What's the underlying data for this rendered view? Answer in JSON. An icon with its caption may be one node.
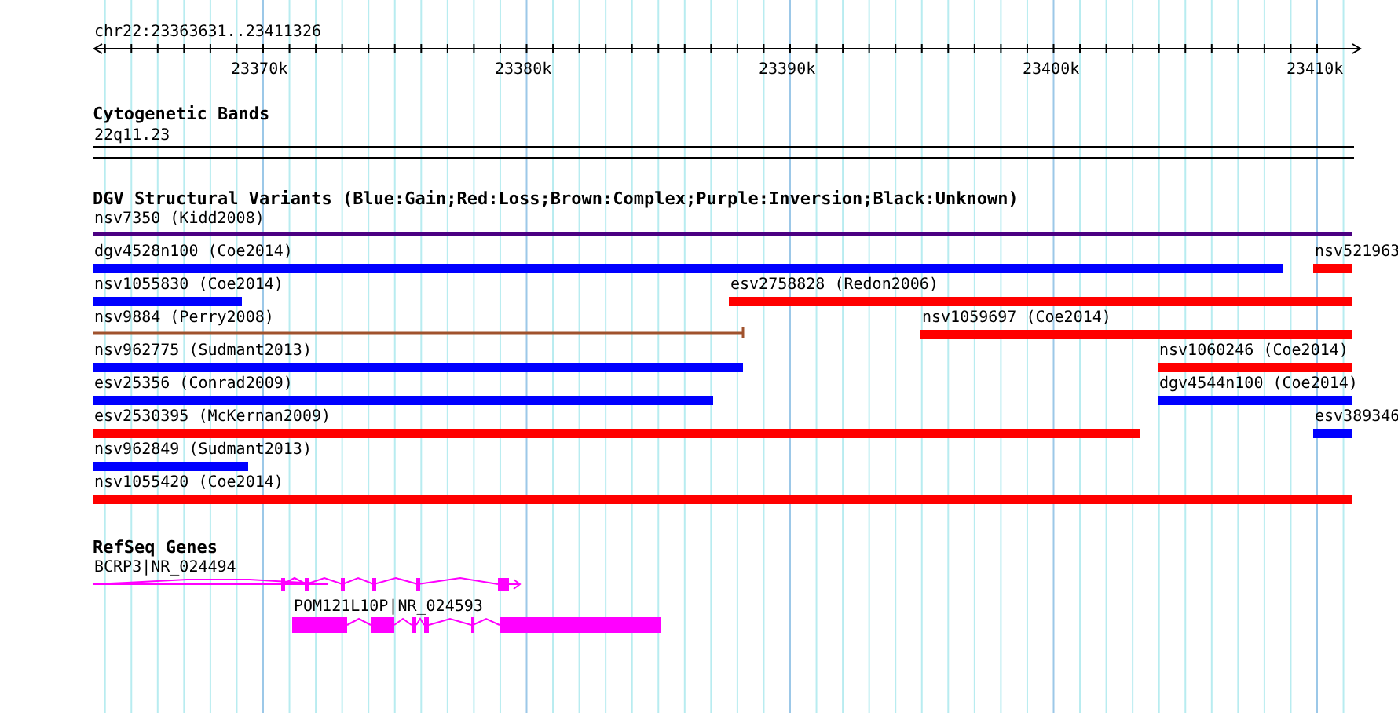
{
  "diagram": {
    "nodes": [
      {
        "text": [
          "nsv7350 (Kidd2008)"
        ]
      },
      {
        "text": [
          "dgv4528n100 (Coe2014)"
        ]
      },
      {
        "text": [
          "nsv521963"
        ]
      },
      {
        "text": [
          "nsv1055830 (Coe2014)"
        ]
      },
      {
        "text": [
          "esv2758828 (Redon2006)"
        ]
      },
      {
        "text": [
          "nsv9884 (Perry2008)"
        ]
      },
      {
        "text": [
          "nsv1059697 (Coe2014)"
        ]
      },
      {
        "text": [
          "nsv962775 (Sudmant2013)"
        ]
      },
      {
        "text": [
          "nsv1060246 (Coe2014)"
        ]
      },
      {
        "text": [
          "esv25356 (Conrad2009)"
        ]
      },
      {
        "text": [
          "dgv4544n100 (Coe2014)"
        ]
      },
      {
        "text": [
          "esv2530395 (McKernan2009)"
        ]
      },
      {
        "text": [
          "esv389346"
        ]
      },
      {
        "text": [
          "nsv962849 (Sudmant2013)"
        ]
      },
      {
        "text": [
          "nsv1055420 (Coe2014)"
        ]
      },
      {
        "text": [
          "BCRP3|NR_024494"
        ]
      },
      {
        "text": [
          "POM121L10P|NR_024593"
        ]
      }
    ],
    "labels": [
      "chr22:23363631..23411326",
      "23370k",
      "23380k",
      "23390k",
      "23400k",
      "23410k",
      "Cytogenetic Bands",
      "22q11.23",
      "DGV Structural Variants (Blue:Gain;Red:Loss;Brown:Complex;Purple:Inversion;Black:Unknown)",
      "RefSeq Genes"
    ]
  }
}
